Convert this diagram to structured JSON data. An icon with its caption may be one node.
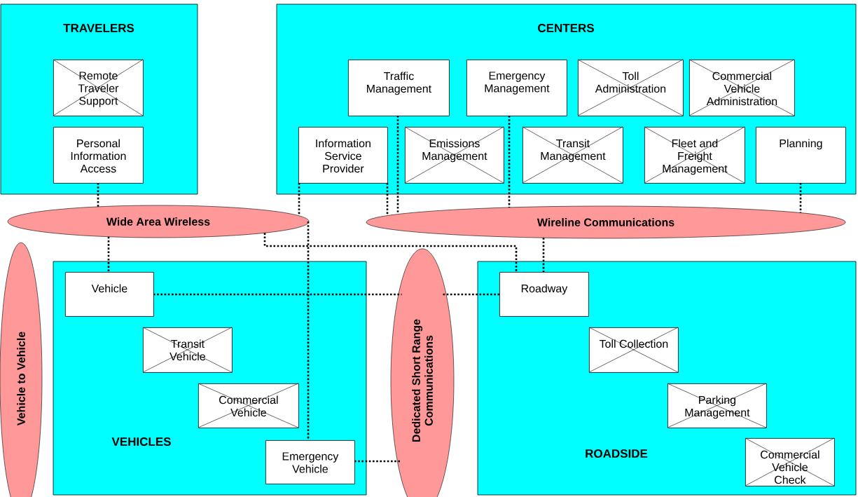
{
  "diagram": {
    "nodes": [
      {
        "text": [
          "TRAVELERS"
        ]
      },
      {
        "text": [
          "Remote Traveler Support"
        ],
        "in": 0
      },
      {
        "text": [
          "Personal Information Access"
        ],
        "in": 0
      },
      {
        "text": [
          "CENTERS"
        ]
      },
      {
        "text": [
          "Traffic Management"
        ],
        "in": 3
      },
      {
        "text": [
          "Emergency Management"
        ],
        "in": 3
      },
      {
        "text": [
          "Toll Administration"
        ],
        "in": 3
      },
      {
        "text": [
          "Commercial Vehicle Administration"
        ],
        "in": 3
      },
      {
        "text": [
          "Information Service Provider"
        ],
        "in": 3
      },
      {
        "text": [
          "Emissions Management"
        ],
        "in": 3
      },
      {
        "text": [
          "Transit Management"
        ],
        "in": 3
      },
      {
        "text": [
          "Fleet and Freight Management"
        ],
        "in": 3
      },
      {
        "text": [
          "Planning"
        ],
        "in": 3
      },
      {
        "text": [
          "Wide Area Wireless"
        ]
      },
      {
        "text": [
          "Wireline Communications"
        ]
      },
      {
        "text": [
          "Vehicle to Vehicle"
        ]
      },
      {
        "text": [
          "VEHICLES"
        ]
      },
      {
        "text": [
          "Vehicle"
        ],
        "in": 16
      },
      {
        "text": [
          "Transit Vehicle"
        ],
        "in": 16
      },
      {
        "text": [
          "Commercial Vehicle"
        ],
        "in": 16
      },
      {
        "text": [
          "Emergency Vehicle"
        ],
        "in": 16
      },
      {
        "text": [
          "Dedicated Short Range Communications"
        ]
      },
      {
        "text": [
          "ROADSIDE"
        ]
      },
      {
        "text": [
          "Roadway"
        ],
        "in": 22
      },
      {
        "text": [
          "Toll Collection"
        ],
        "in": 22
      },
      {
        "text": [
          "Parking Management"
        ],
        "in": 22
      },
      {
        "text": [
          "Commercial Vehicle Check"
        ],
        "in": 22
      }
    ],
    "edges": [
      {
        "from": 2,
        "to": 13,
        "arrow": "none"
      },
      {
        "from": 13,
        "to": 17,
        "arrow": "none"
      },
      {
        "from": 8,
        "to": 13,
        "arrow": "none"
      },
      {
        "from": 13,
        "to": 20,
        "arrow": "none"
      },
      {
        "from": 13,
        "to": 23,
        "arrow": "none"
      },
      {
        "from": 8,
        "to": 14,
        "arrow": "none"
      },
      {
        "from": 4,
        "to": 14,
        "arrow": "none"
      },
      {
        "from": 5,
        "to": 14,
        "arrow": "none"
      },
      {
        "from": 12,
        "to": 14,
        "arrow": "none"
      },
      {
        "from": 14,
        "to": 23,
        "arrow": "none"
      },
      {
        "from": 17,
        "to": 21,
        "arrow": "none"
      },
      {
        "from": 21,
        "to": 23,
        "arrow": "none"
      },
      {
        "from": 20,
        "to": 21,
        "arrow": "none"
      }
    ]
  }
}
